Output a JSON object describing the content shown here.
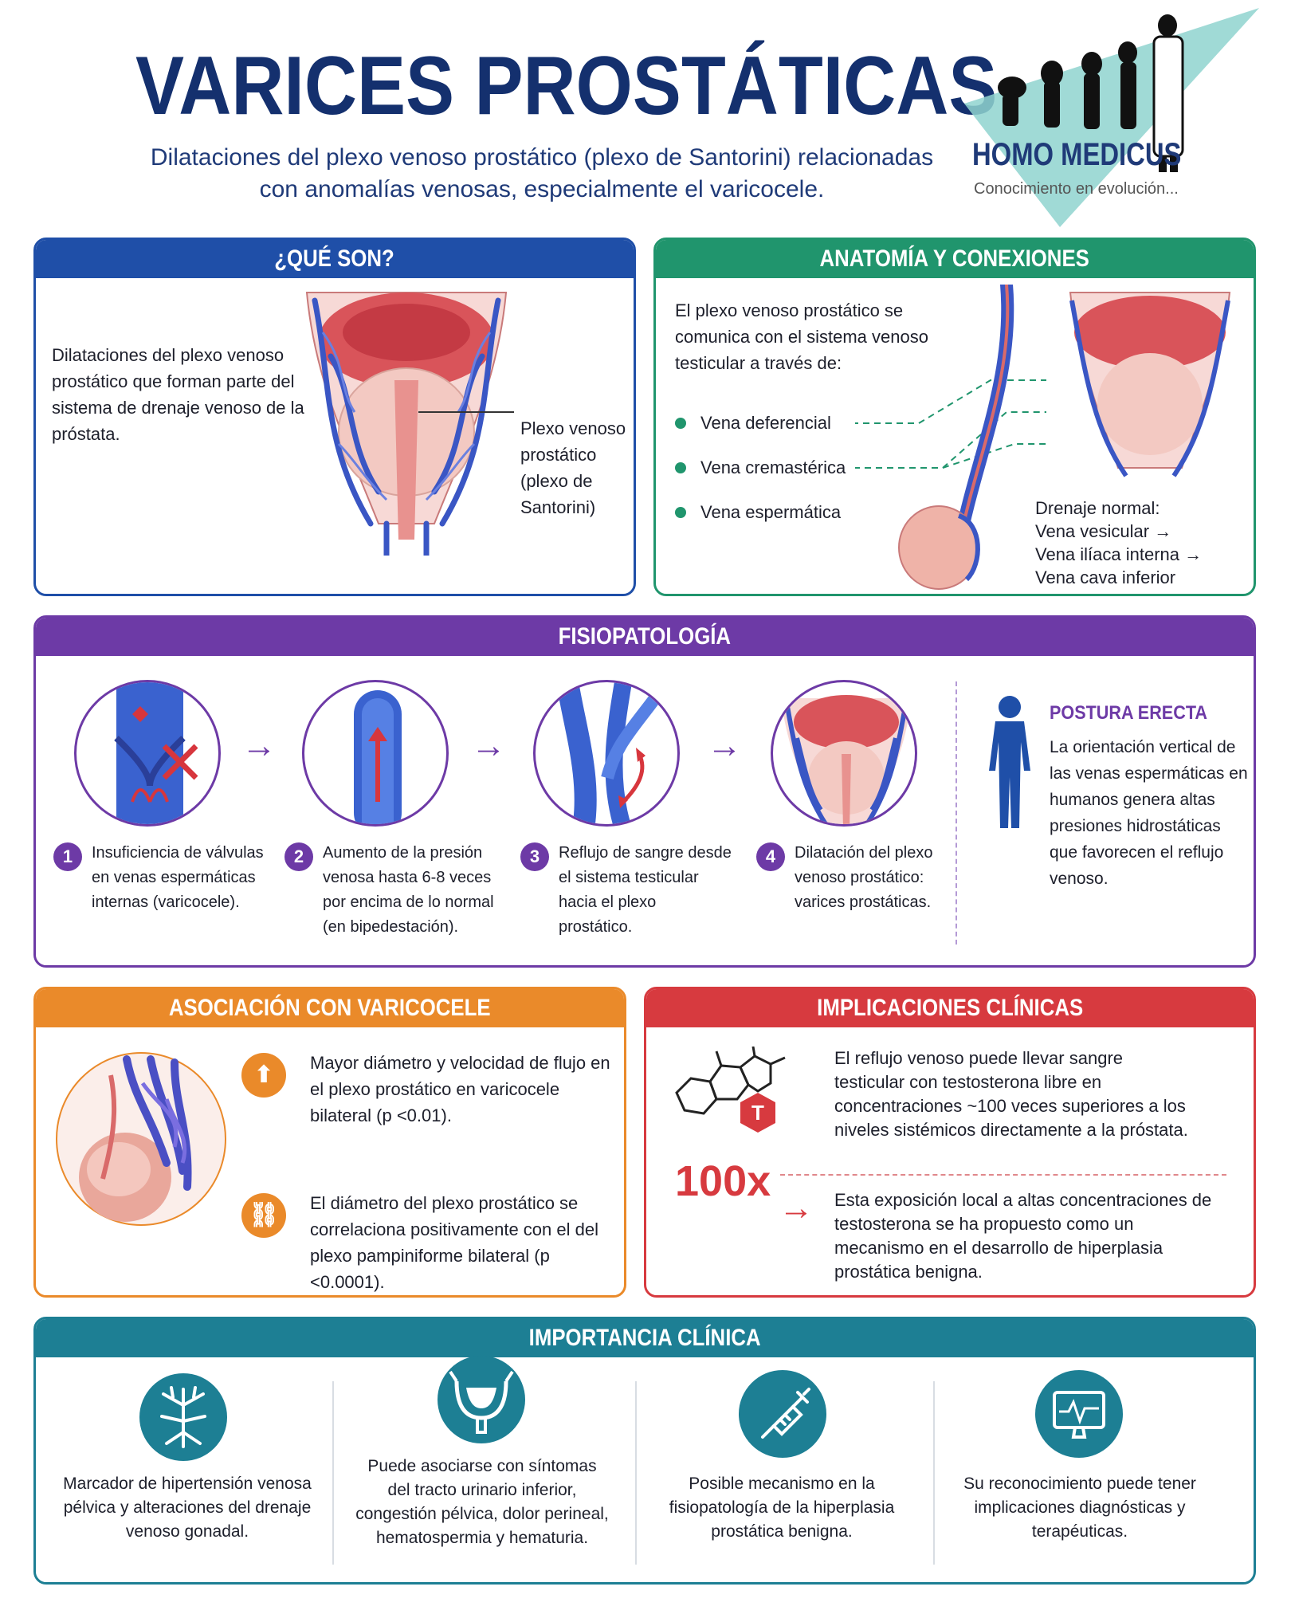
{
  "header": {
    "title": "VARICES PROSTÁTICAS",
    "subtitle": "Dilataciones del plexo venoso prostático (plexo de Santorini) relacionadas con anomalías venosas, especialmente el varicocele.",
    "logo_name": "HOMO MEDICUS",
    "logo_tagline": "Conocimiento en evolución..."
  },
  "que_son": {
    "title": "¿QUÉ SON?",
    "description": "Dilataciones del plexo venoso prostático que forman parte del sistema de drenaje venoso de la próstata.",
    "label": "Plexo venoso prostático (plexo de Santorini)"
  },
  "anatomia": {
    "title": "ANATOMÍA Y CONEXIONES",
    "intro": "El plexo venoso prostático se comunica con el sistema venoso testicular a través de:",
    "veins": [
      "Vena deferencial",
      "Vena cremastérica",
      "Vena espermática"
    ],
    "drainage_title": "Drenaje normal:",
    "drainage_steps": [
      "Vena vesicular →",
      "Vena ilíaca interna →",
      "Vena cava inferior"
    ]
  },
  "fisiopatologia": {
    "title": "FISIOPATOLOGÍA",
    "steps": [
      {
        "num": "1",
        "text": "Insuficiencia de válvulas en venas espermáticas internas (varicocele)."
      },
      {
        "num": "2",
        "text": "Aumento de la presión venosa hasta 6-8 veces por encima de lo normal (en bipedestación)."
      },
      {
        "num": "3",
        "text": "Reflujo de sangre desde el sistema testicular hacia el plexo prostático."
      },
      {
        "num": "4",
        "text": "Dilatación del plexo venoso prostático: varices prostáticas."
      }
    ],
    "postura_title": "POSTURA ERECTA",
    "postura_text": "La orientación vertical de las venas espermáticas en humanos genera altas presiones hidrostáticas que favorecen el reflujo venoso."
  },
  "asociacion": {
    "title": "ASOCIACIÓN CON VARICOCELE",
    "items": [
      {
        "icon": "arrow-up-icon",
        "text": "Mayor diámetro y velocidad de flujo en el plexo prostático en varicocele bilateral (p <0.01)."
      },
      {
        "icon": "link-icon",
        "text": "El diámetro del plexo prostático se correlaciona positivamente con el del plexo pampiniforme bilateral (p <0.0001)."
      }
    ]
  },
  "implicaciones": {
    "title": "IMPLICACIONES CLÍNICAS",
    "molecule_label": "T",
    "big_number": "100x",
    "text1": "El reflujo venoso puede llevar sangre testicular con testosterona libre en concentraciones ~100 veces superiores a los niveles sistémicos directamente a la próstata.",
    "text2": "Esta exposición local a altas concentraciones de testosterona se ha propuesto como un mecanismo en el desarrollo de hiperplasia prostática benigna."
  },
  "importancia": {
    "title": "IMPORTANCIA CLÍNICA",
    "items": [
      {
        "icon": "vein-network-icon",
        "text": "Marcador de hipertensión venosa pélvica y alteraciones del drenaje venoso gonadal."
      },
      {
        "icon": "bladder-icon",
        "text": "Puede asociarse con síntomas del tracto urinario inferior, congestión pélvica, dolor perineal, hematospermia y hematuria."
      },
      {
        "icon": "syringe-icon",
        "text": "Posible mecanismo en la fisiopatología de la hiperplasia prostática benigna."
      },
      {
        "icon": "monitor-ecg-icon",
        "text": "Su reconocimiento puede tener implicaciones diagnósticas y terapéuticas."
      }
    ]
  },
  "colors": {
    "blue": "#1f4fa8",
    "green": "#20956d",
    "purple": "#6d3aa6",
    "orange": "#ea8a2a",
    "red": "#d73a3f",
    "teal": "#1d7f94"
  }
}
